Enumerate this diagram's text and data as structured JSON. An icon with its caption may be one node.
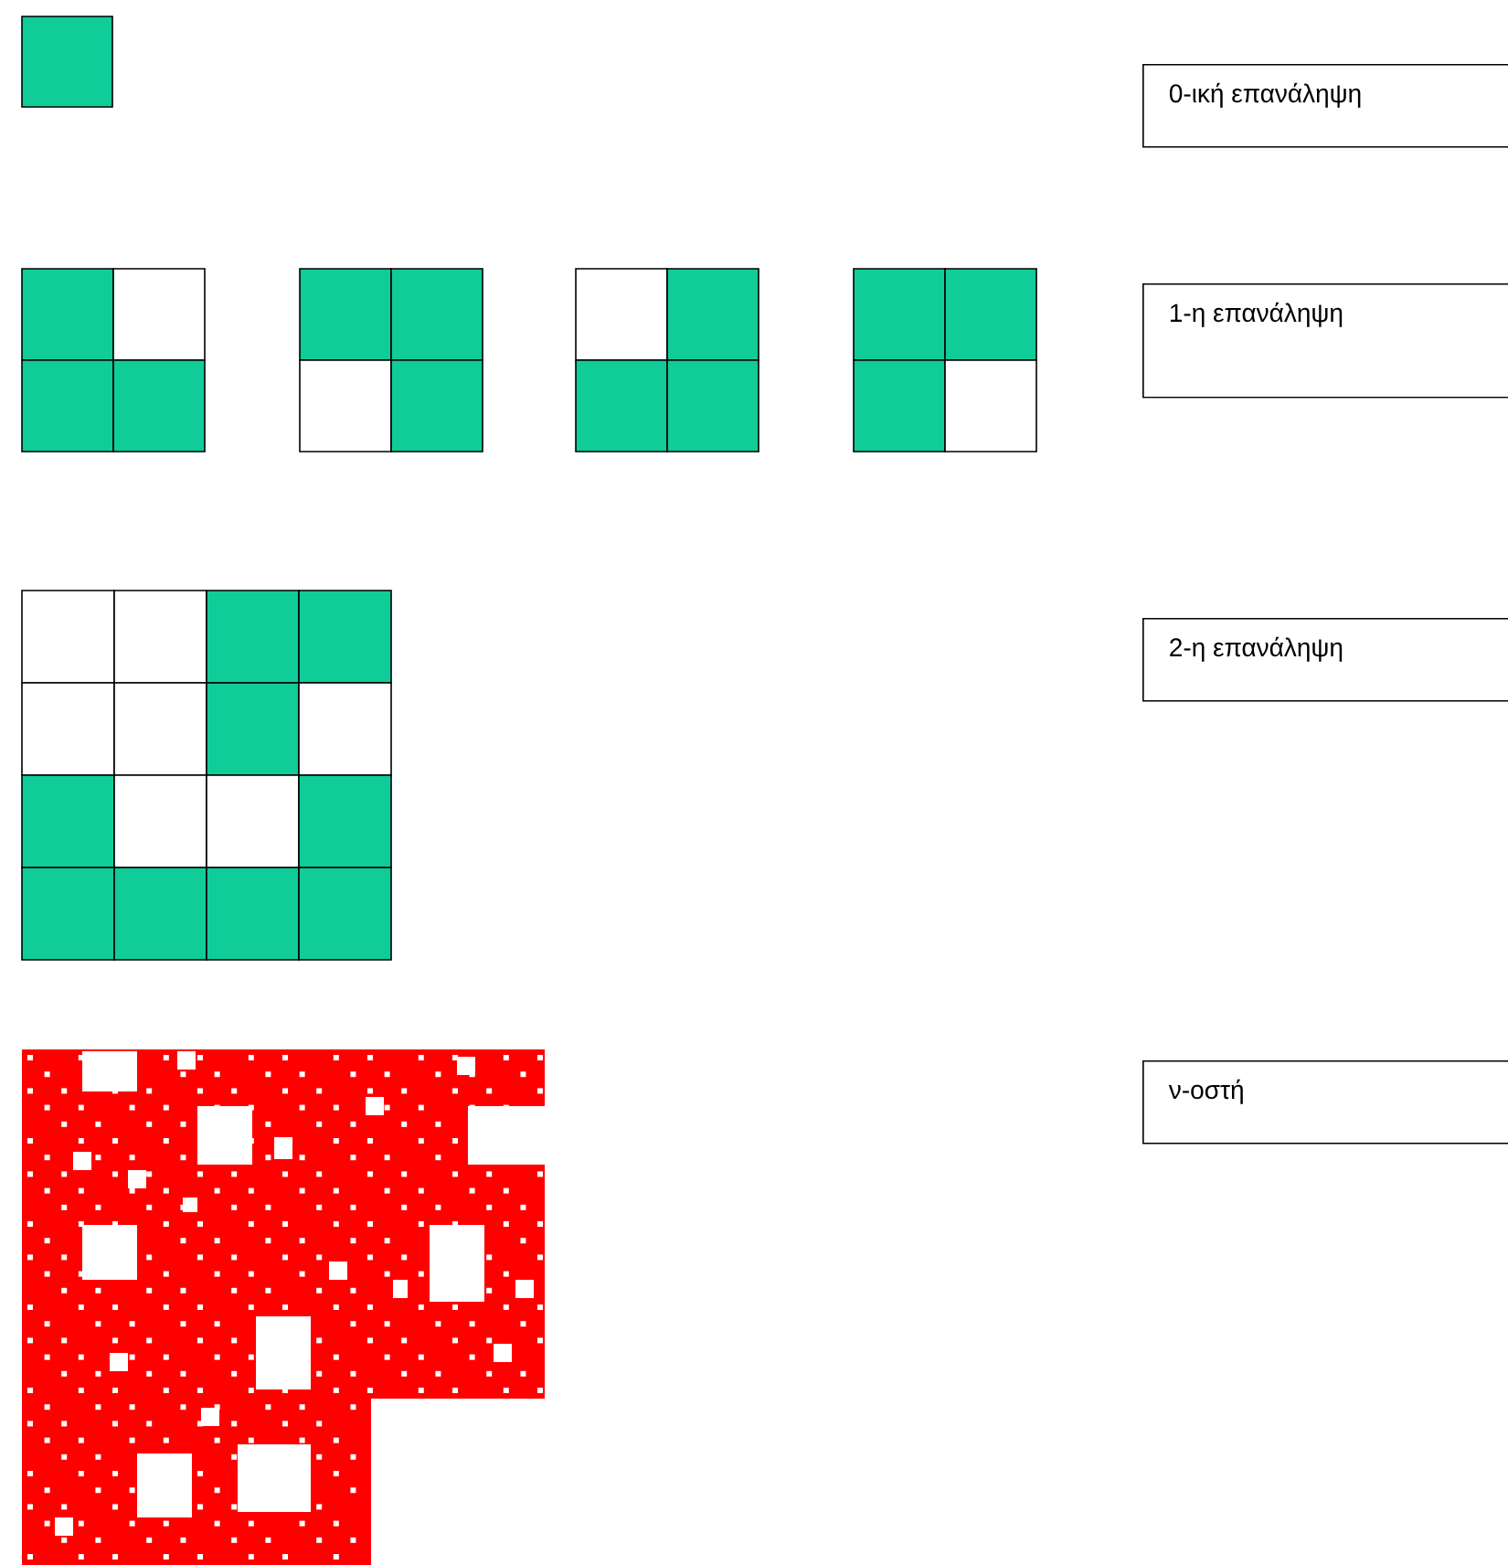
{
  "diagram": {
    "nodes": [
      {
        "text": [
          "0-ική επανάληψη"
        ]
      },
      {
        "text": [
          "1-η επανάληψη"
        ]
      },
      {
        "text": [
          "2-η επανάληψη"
        ]
      },
      {
        "text": [
          "ν-οστή"
        ]
      }
    ]
  }
}
